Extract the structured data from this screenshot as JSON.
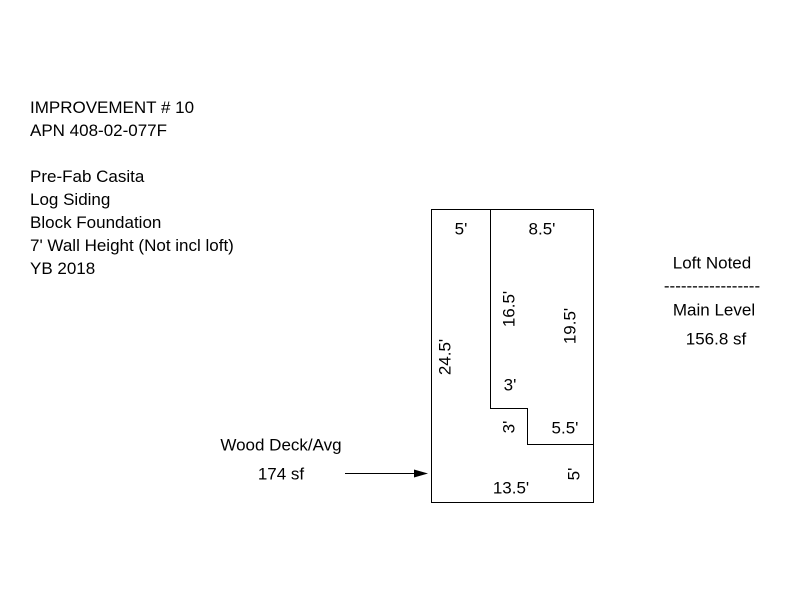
{
  "header": {
    "improvement": "IMPROVEMENT # 10",
    "apn": "APN 408-02-077F",
    "details": [
      "Pre-Fab Casita",
      "Log Siding",
      "Block Foundation",
      "7' Wall Height (Not incl loft)",
      "YB 2018"
    ]
  },
  "dimensions": {
    "deck_top": "5'",
    "main_top": "8.5'",
    "deck_left": "24.5'",
    "inner_vertical": "16.5'",
    "main_right": "19.5'",
    "inner_step_top": "3'",
    "inner_step_side": "3'",
    "step_horizontal": "5.5'",
    "bottom_right": "5'",
    "bottom": "13.5'"
  },
  "deck_label": {
    "name": "Wood Deck/Avg",
    "area": "174 sf"
  },
  "legend": {
    "loft": "Loft Noted",
    "divider": "-----------------",
    "level": "Main Level",
    "area": "156.8 sf"
  }
}
